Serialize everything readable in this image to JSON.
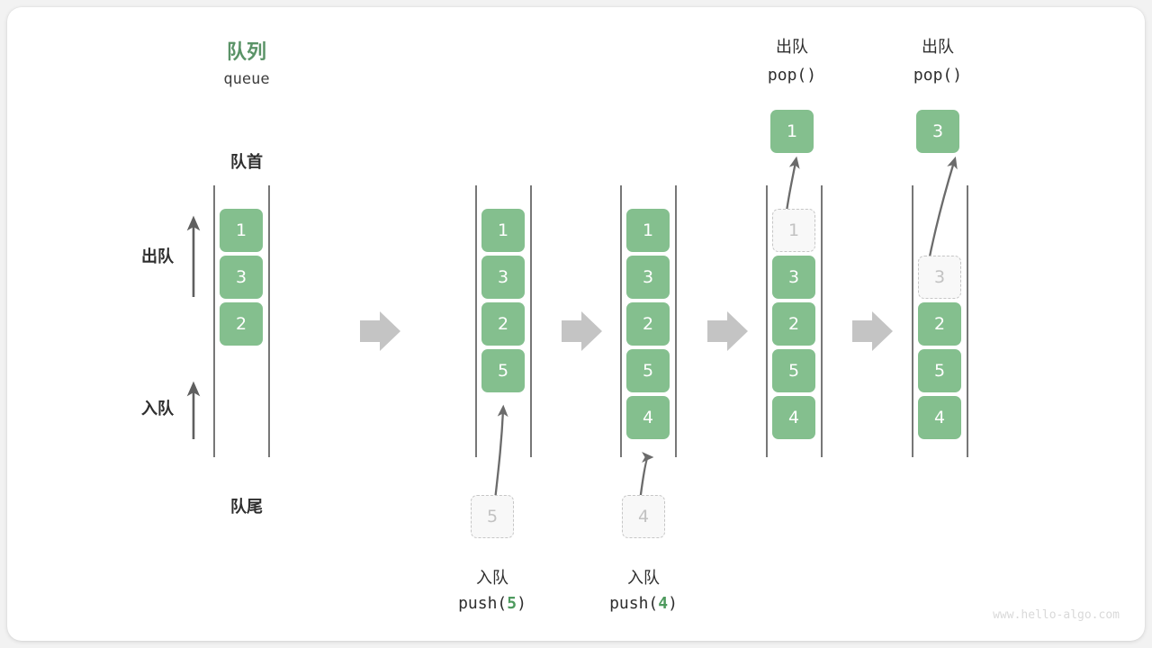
{
  "figure": {
    "title_cn": "队列",
    "title_en": "queue",
    "head_label": "队首",
    "tail_label": "队尾",
    "dequeue_label": "出队",
    "enqueue_label": "入队",
    "watermark": "www.hello-algo.com",
    "accent_color": "#5a9367",
    "element_color": "#84bf8e",
    "ghost_color": "#c2c2c2",
    "arrow_color": "#5f5f5f",
    "step_arrow_color": "#c4c4c4"
  },
  "steps": [
    {
      "id": "initial",
      "caption_cn": "",
      "caption_code": "",
      "elements": [
        {
          "value": "1",
          "state": "solid"
        },
        {
          "value": "3",
          "state": "solid"
        },
        {
          "value": "2",
          "state": "solid"
        }
      ],
      "incoming": null,
      "popped": null,
      "top_label_cn": "",
      "top_label_code": ""
    },
    {
      "id": "push-5",
      "caption_cn": "入队",
      "caption_code": "push(5)",
      "caption_code_prefix": "push(",
      "caption_code_value": "5",
      "caption_code_suffix": ")",
      "elements": [
        {
          "value": "1",
          "state": "solid"
        },
        {
          "value": "3",
          "state": "solid"
        },
        {
          "value": "2",
          "state": "solid"
        },
        {
          "value": "5",
          "state": "solid"
        }
      ],
      "incoming": {
        "value": "5",
        "state": "ghost"
      },
      "popped": null,
      "top_label_cn": "",
      "top_label_code": ""
    },
    {
      "id": "push-4",
      "caption_cn": "入队",
      "caption_code": "push(4)",
      "caption_code_prefix": "push(",
      "caption_code_value": "4",
      "caption_code_suffix": ")",
      "elements": [
        {
          "value": "1",
          "state": "solid"
        },
        {
          "value": "3",
          "state": "solid"
        },
        {
          "value": "2",
          "state": "solid"
        },
        {
          "value": "5",
          "state": "solid"
        },
        {
          "value": "4",
          "state": "solid"
        }
      ],
      "incoming": {
        "value": "4",
        "state": "ghost"
      },
      "popped": null,
      "top_label_cn": "",
      "top_label_code": ""
    },
    {
      "id": "pop-1",
      "caption_cn": "",
      "caption_code": "",
      "elements": [
        {
          "value": "1",
          "state": "ghost"
        },
        {
          "value": "3",
          "state": "solid"
        },
        {
          "value": "2",
          "state": "solid"
        },
        {
          "value": "5",
          "state": "solid"
        },
        {
          "value": "4",
          "state": "solid"
        }
      ],
      "incoming": null,
      "popped": {
        "value": "1",
        "state": "solid"
      },
      "top_label_cn": "出队",
      "top_label_code": "pop()"
    },
    {
      "id": "pop-3",
      "caption_cn": "",
      "caption_code": "",
      "elements": [
        {
          "value": "",
          "state": "empty"
        },
        {
          "value": "3",
          "state": "ghost"
        },
        {
          "value": "2",
          "state": "solid"
        },
        {
          "value": "5",
          "state": "solid"
        },
        {
          "value": "4",
          "state": "solid"
        }
      ],
      "incoming": null,
      "popped": {
        "value": "3",
        "state": "solid"
      },
      "top_label_cn": "出队",
      "top_label_code": "pop()"
    }
  ]
}
